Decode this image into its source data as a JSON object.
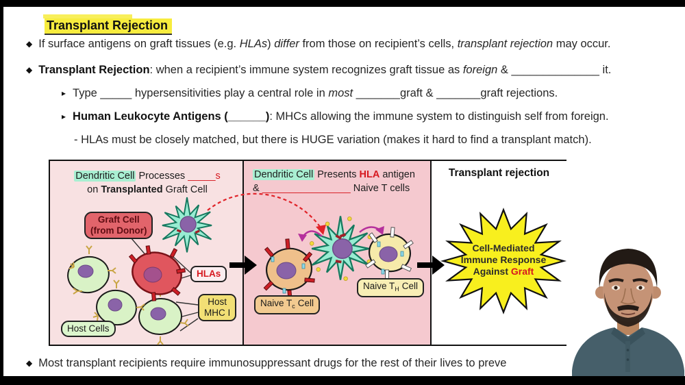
{
  "title": {
    "text": "Transplant Rejection"
  },
  "bullets": {
    "b1": {
      "r1": "If surface antigens on graft tissues (e.g. ",
      "r2": "HLAs",
      "r3": ") ",
      "r4": "differ",
      "r5": " from those on recipient’s cells, ",
      "r6": "transplant rejection",
      "r7": " may occur."
    },
    "b2": {
      "r1": "Transplant Rejection",
      "r2": ": when a recipient’s immune system recognizes graft tissue as ",
      "r3": "foreign",
      "r4": " & ",
      "r5": "______________",
      "r6": " it."
    },
    "s1": {
      "r1": "Type ",
      "r2": "_____",
      "r3": " hypersensitivities play a central role in ",
      "r4": "most",
      "r5": " ",
      "r6": "_______",
      "r7": "graft & ",
      "r8": "_______",
      "r9": "graft rejections."
    },
    "s2": {
      "r1": "Human Leukocyte Antigens (",
      "r2": "______",
      "r3": ")",
      "r4": ": MHCs allowing the immune system to distinguish self from foreign."
    },
    "d1": {
      "text": "- HLAs must be closely matched, but there is HUGE variation (makes it hard to find a transplant match)."
    },
    "b3": {
      "text": "Most transplant recipients require immunosuppressant drugs for the rest of their lives to preve"
    }
  },
  "diagram": {
    "panel1": {
      "header": {
        "r1": "Dendritic Cell",
        "r2": " Processes ",
        "r3": "_____",
        "r4": "s",
        "r5": "on ",
        "r6": "Transplanted",
        "r7": " Graft Cell"
      },
      "labels": {
        "graft1": "Graft Cell",
        "graft2": "(from Donor)",
        "hlas": "HLAs",
        "mhc1": "Host",
        "mhc2": "MHC I",
        "host_cells": "Host Cells"
      }
    },
    "panel2": {
      "header": {
        "r1": "Dendritic Cell",
        "r2": " Presents ",
        "r3": "HLA",
        "r4": " antigen",
        "r5": "& ",
        "r6": "________________",
        "r7": " Naive T cells"
      },
      "labels": {
        "tc1": "Naive T",
        "tc_sub": "c",
        "tc2": "Cell",
        "th1": "Naive T",
        "th_sub": "H",
        "th2": "Cell"
      }
    },
    "panel3": {
      "header": "Transplant rejection",
      "burst": {
        "l1": "Cell-Mediated",
        "l2": "Immune Response",
        "l3": "Against ",
        "l3b": "Graft"
      }
    }
  },
  "colors": {
    "highlight": "#f7ec3e",
    "mint_highlight": "#a9efd2",
    "accent_red": "#d6181f",
    "panel1_bg": "#f8e1e2",
    "panel2_bg": "#f5c9cf",
    "starburst_yellow": "#f8ef1e",
    "dendritic_fill": "#98ecd2",
    "host_cell_fill": "#d9f2c6",
    "graft_cell_fill": "#e0565e",
    "nucleus_purple": "#8a63a8",
    "shirt_teal": "#465f6a"
  }
}
